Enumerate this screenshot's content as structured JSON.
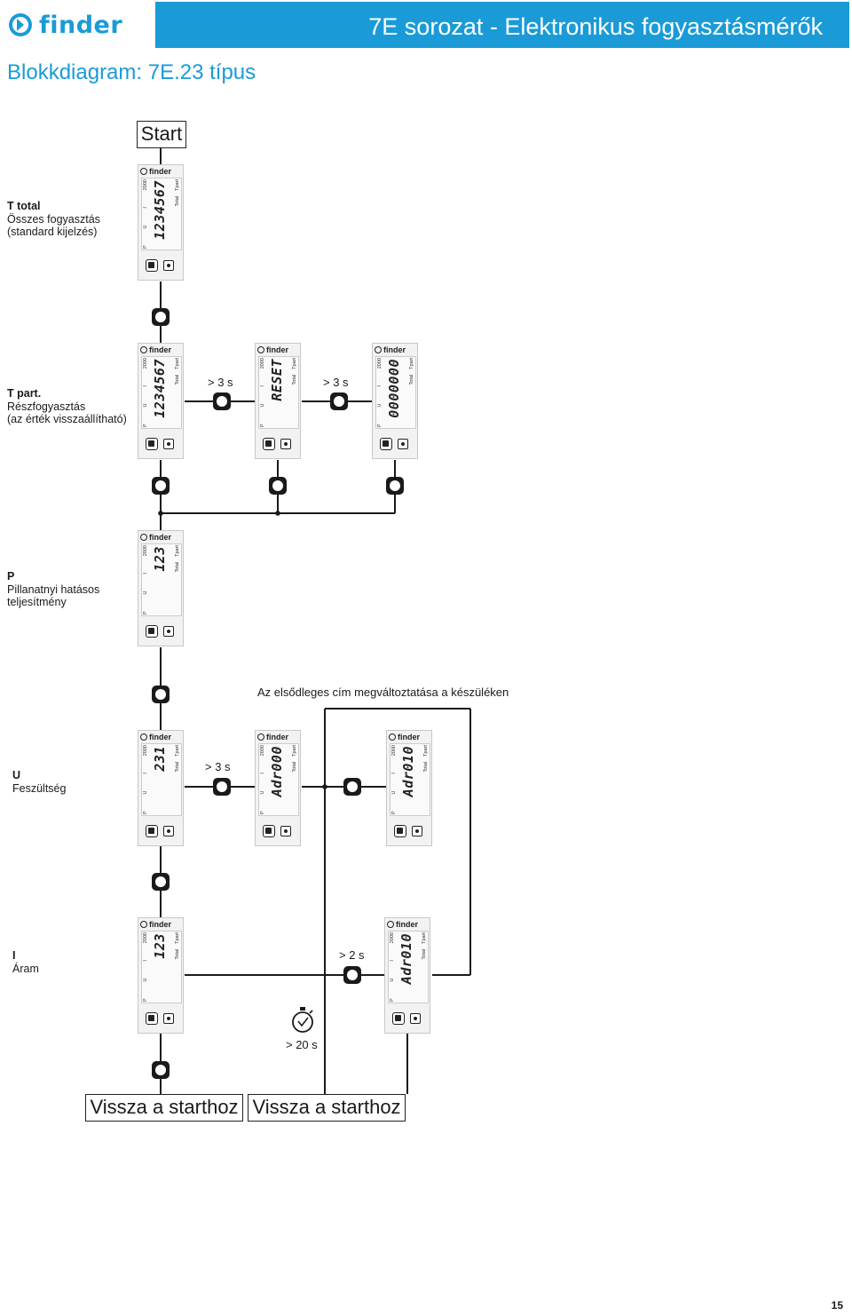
{
  "header": {
    "brand": "finder",
    "title": "7E sorozat - Elektronikus fogyasztásmérők",
    "subtitle": "Blokkdiagram: 7E.23 típus",
    "colors": {
      "accent": "#1a9bd7",
      "line": "#1a1a1a"
    }
  },
  "flow": {
    "start": "Start",
    "back_to_start_1": "Vissza a starthoz",
    "back_to_start_2": "Vissza a starthoz",
    "primary_address_note": "Az elsődleges cím megváltoztatása a készüléken"
  },
  "rows": {
    "ttotal": {
      "title": "T total",
      "line1": "Összes fogyasztás",
      "line2": "(standard kijelzés)"
    },
    "tpart": {
      "title": "T part.",
      "line1": "Részfogyasztás",
      "line2": "(az érték visszaállítható)"
    },
    "p": {
      "title": "P",
      "line1": "Pillanatnyi hatásos",
      "line2": "teljesítmény"
    },
    "u": {
      "title": "U",
      "line1": "Feszültség"
    },
    "i": {
      "title": "I",
      "line1": "Áram"
    }
  },
  "timings": {
    "tpart_a": "> 3 s",
    "tpart_b": "> 3 s",
    "u": "> 3 s",
    "i": "> 2 s",
    "timeout": "> 20 s"
  },
  "meter": {
    "brand": "finder",
    "labels": {
      "p": "P",
      "u": "U",
      "i": "I",
      "tpart": "Tpart",
      "ttotal": "Total",
      "imp": "2000"
    },
    "displays": {
      "m1": "1234567",
      "m2": "1234567",
      "m3": "RESET",
      "m4": "0000000",
      "m5": "123",
      "m6": "231",
      "m7": "Adr000",
      "m8": "Adr010",
      "m9": "123",
      "m10": "Adr010"
    }
  },
  "page_number": "15",
  "icons": {
    "logo": "finder-logo-icon",
    "stopwatch": "stopwatch-icon",
    "button": "push-button-icon"
  }
}
